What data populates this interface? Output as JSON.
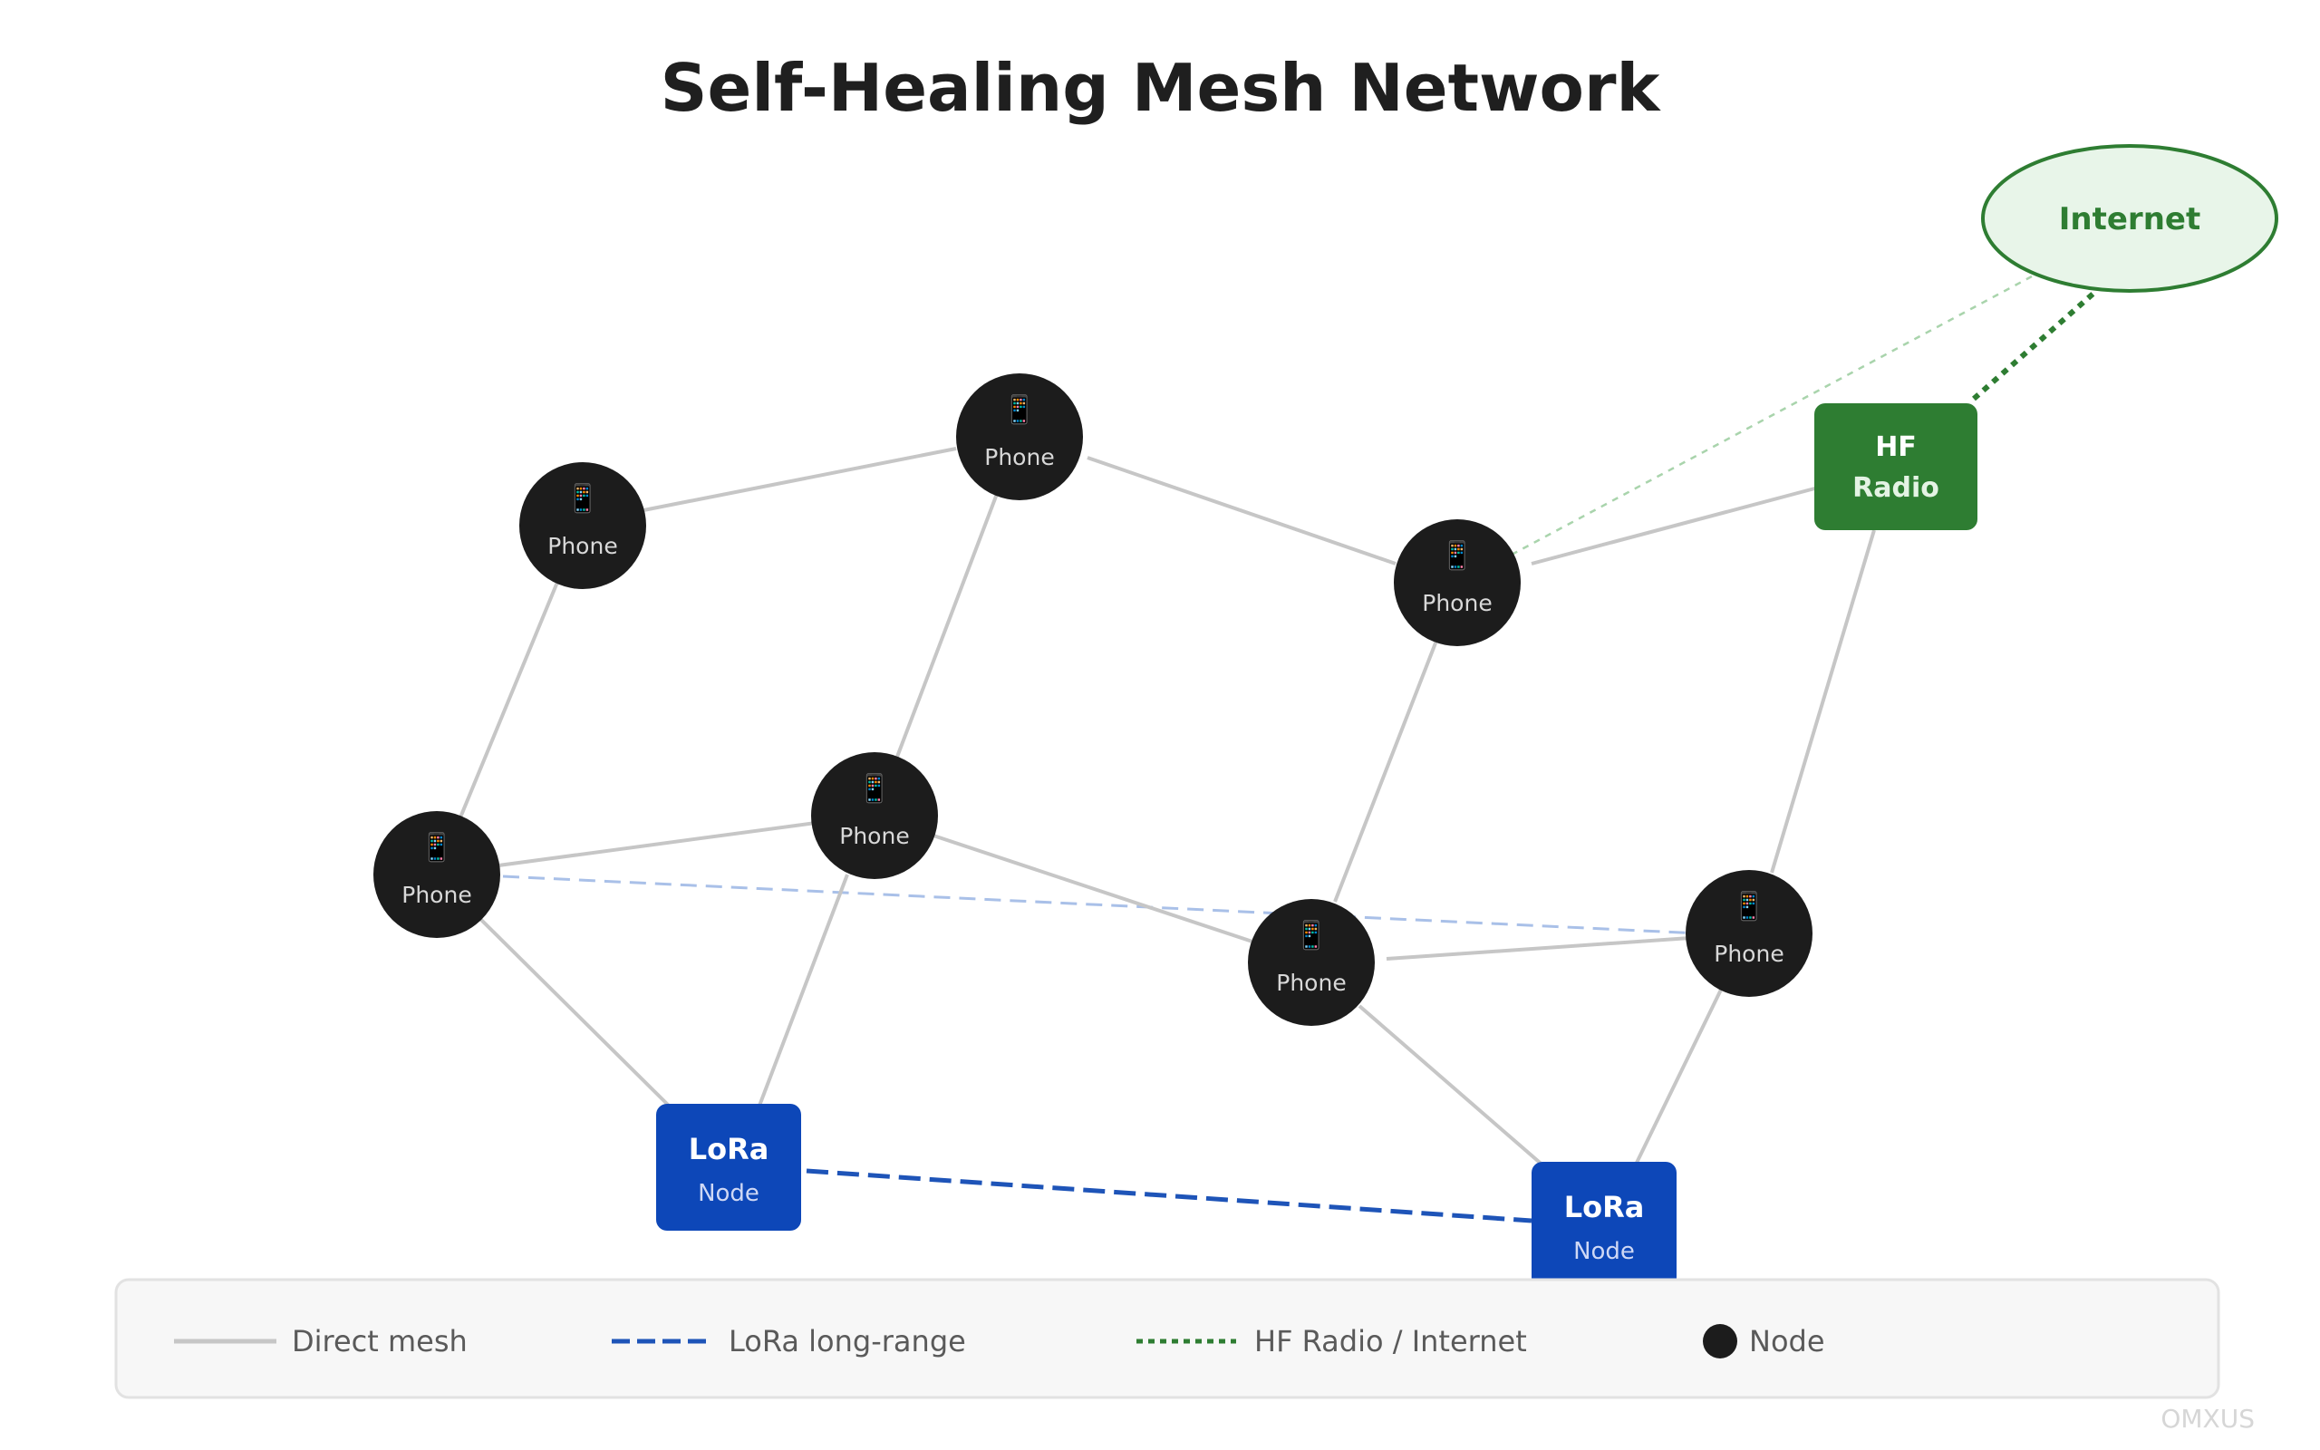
{
  "title": "Self-Healing Mesh Network",
  "colors": {
    "node": "#1c1c1c",
    "mesh_line": "#c6c6c6",
    "lora": "#0d47b8",
    "lora_line": "#1e54b8",
    "lora_faint": "#a9c0e8",
    "hf": "#2e7d32",
    "hf_faint": "#a9d4ac",
    "internet_fill": "#e8f5e9"
  },
  "phone": {
    "label": "Phone",
    "icon": "phone-icon",
    "glyph": "📱"
  },
  "lora": {
    "title": "LoRa",
    "subtitle": "Node"
  },
  "hf_radio": {
    "line1": "HF",
    "line2": "Radio"
  },
  "internet": {
    "label": "Internet"
  },
  "legend": {
    "direct": "Direct mesh",
    "lora": "LoRa long-range",
    "hf": "HF Radio / Internet",
    "node": "Node"
  },
  "watermark": "OMXUS"
}
